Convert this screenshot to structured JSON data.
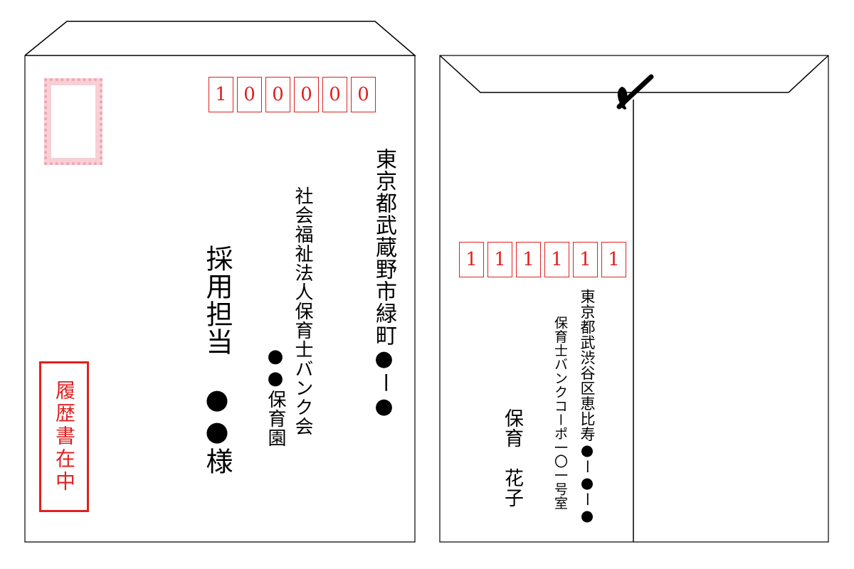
{
  "front": {
    "postal_code": [
      "1",
      "0",
      "0",
      "0",
      "0",
      "0"
    ],
    "address": "東京都武蔵野市緑町●ー●",
    "organization": "社会福祉法人保育士バンク会",
    "facility": "●●保育園",
    "recipient": "採用担当　●●様",
    "notice": "履歴書在中"
  },
  "back": {
    "postal_code": [
      "1",
      "1",
      "1",
      "1",
      "1",
      "1"
    ],
    "address": "東京都武渋谷区恵比寿●ー●ー●",
    "building": "保育士バンクコーポ一〇一号室",
    "sender": "保育　花子"
  },
  "colors": {
    "accent_red": "#e02020",
    "stamp_pink": "#f4a2b0"
  }
}
